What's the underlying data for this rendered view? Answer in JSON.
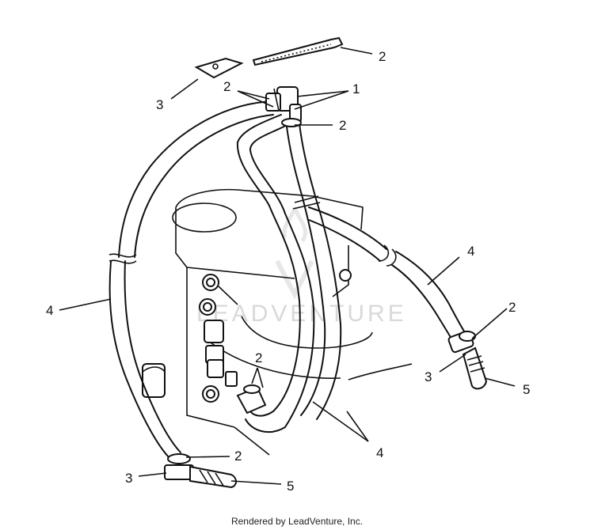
{
  "callouts": [
    {
      "id": "c-1",
      "label": "1"
    },
    {
      "id": "c-2-top",
      "label": "2"
    },
    {
      "id": "c-2-coupler-left",
      "label": "2"
    },
    {
      "id": "c-2-coupler-bottom",
      "label": "2"
    },
    {
      "id": "c-2-right-clamp",
      "label": "2"
    },
    {
      "id": "c-2-lower-center",
      "label": "2"
    },
    {
      "id": "c-2-lower-left",
      "label": "2"
    },
    {
      "id": "c-3-top",
      "label": "3"
    },
    {
      "id": "c-3-right",
      "label": "3"
    },
    {
      "id": "c-3-lower-left",
      "label": "3"
    },
    {
      "id": "c-4-left",
      "label": "4"
    },
    {
      "id": "c-4-right",
      "label": "4"
    },
    {
      "id": "c-4-bottom",
      "label": "4"
    },
    {
      "id": "c-5-right",
      "label": "5"
    },
    {
      "id": "c-5-lower",
      "label": "5"
    }
  ],
  "watermark": "LEADVENTURE",
  "footer": "Rendered by LeadVenture, Inc."
}
